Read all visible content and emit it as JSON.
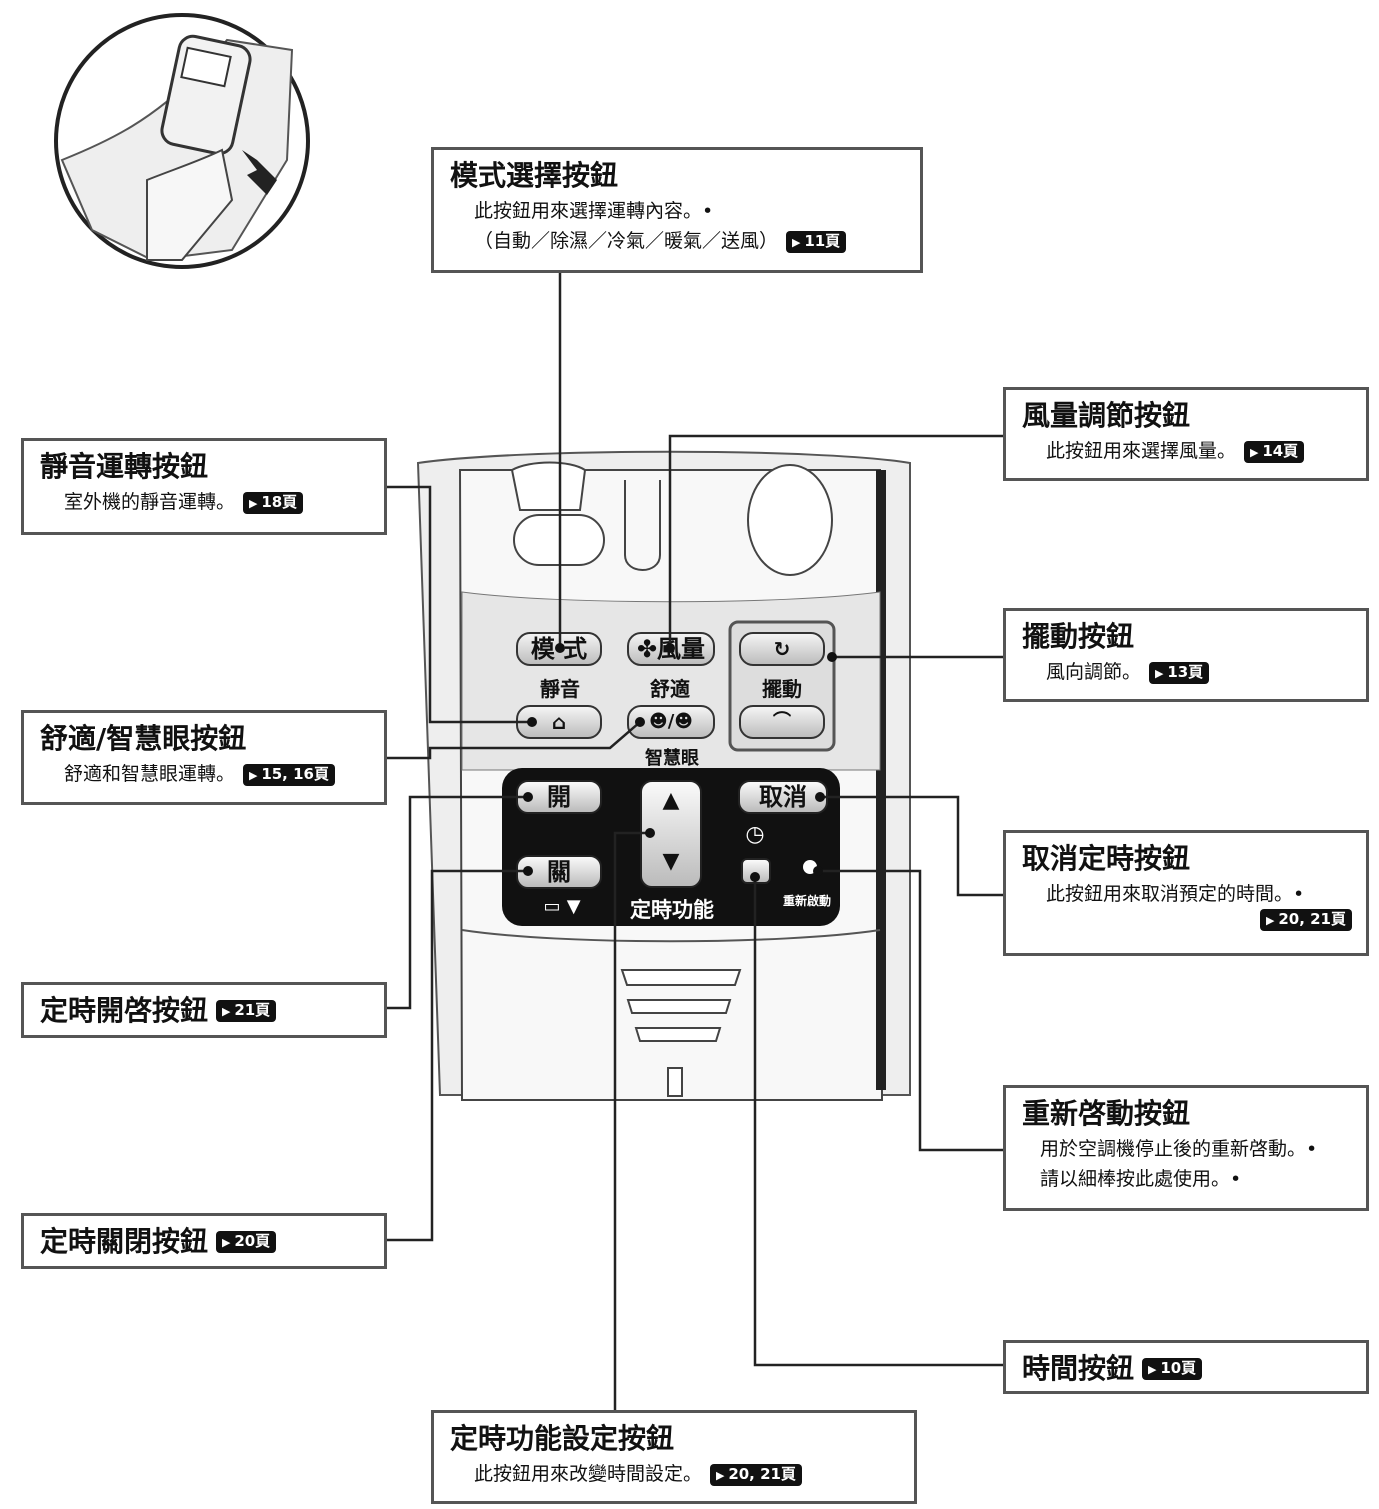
{
  "callouts": {
    "mode": {
      "title": "模式選擇按鈕",
      "desc": "此按鈕用來選擇運轉內容。•",
      "desc2": "（自動／除濕／冷氣／暖氣／送風）",
      "ref": "11頁"
    },
    "quiet": {
      "title": "靜音運轉按鈕",
      "desc": "室外機的靜音運轉。",
      "ref": "18頁"
    },
    "fan": {
      "title": "風量調節按鈕",
      "desc": "此按鈕用來選擇風量。",
      "ref": "14頁"
    },
    "swing": {
      "title": "擺動按鈕",
      "desc": "風向調節。",
      "ref": "13頁"
    },
    "comfort": {
      "title": "舒適/智慧眼按鈕",
      "desc": "舒適和智慧眼運轉。",
      "ref": "15, 16頁"
    },
    "cancel": {
      "title": "取消定時按鈕",
      "desc": "此按鈕用來取消預定的時間。•",
      "ref": "20, 21頁"
    },
    "timer_on": {
      "title": "定時開啓按鈕",
      "ref": "21頁"
    },
    "restart": {
      "title": "重新啓動按鈕",
      "desc": "用於空調機停止後的重新啓動。•",
      "desc2": "請以細棒按此處使用。•"
    },
    "timer_off": {
      "title": "定時關閉按鈕",
      "ref": "20頁"
    },
    "clock": {
      "title": "時間按鈕",
      "ref": "10頁"
    },
    "timer_set": {
      "title": "定時功能設定按鈕",
      "desc": "此按鈕用來改變時間設定。",
      "ref": "20, 21頁"
    }
  },
  "remote": {
    "mode_btn": "模 式",
    "fan_btn": "風量",
    "quiet_label": "靜音",
    "comfort_label": "舒適",
    "swing_label": "擺動",
    "eye_label": "智慧眼",
    "on_btn": "開",
    "off_btn": "關",
    "cancel_btn": "取消",
    "timer_label": "定時功能",
    "restart_label": "重新啟動"
  }
}
